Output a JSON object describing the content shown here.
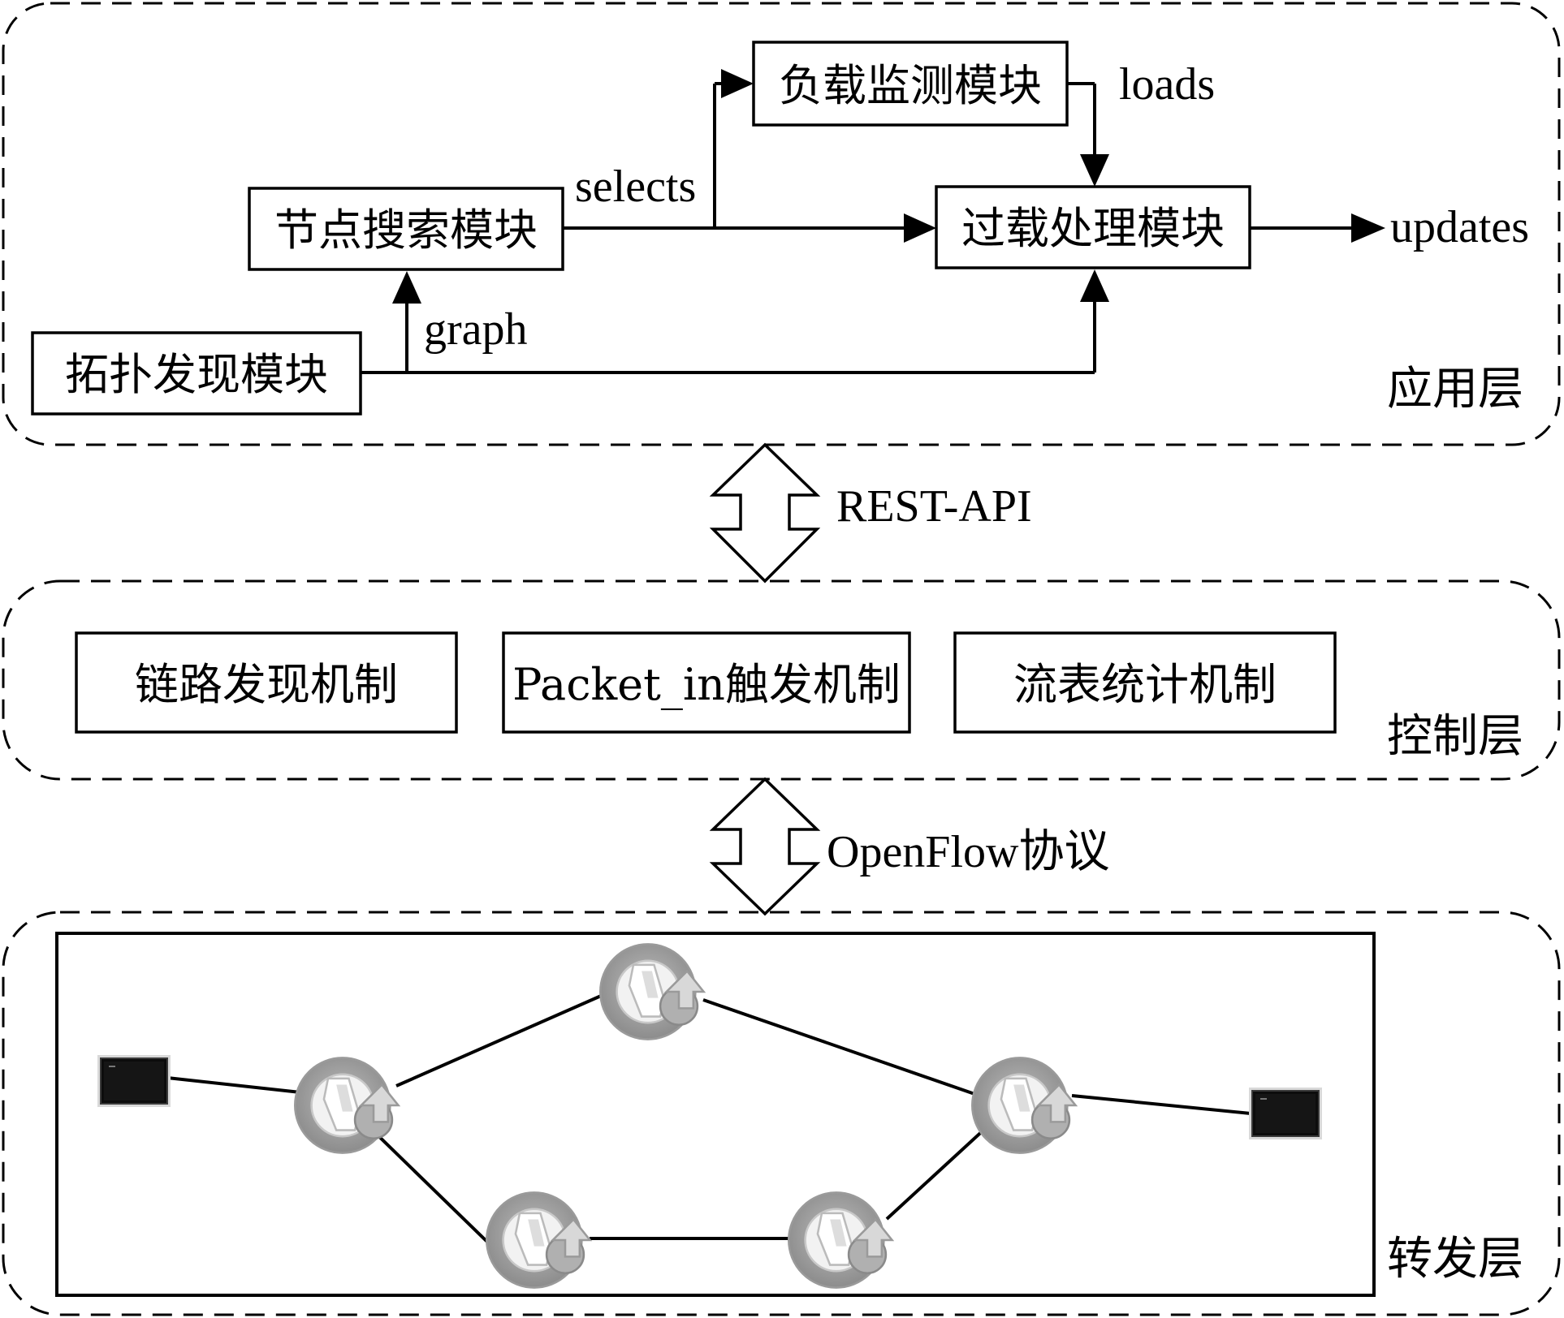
{
  "layers": {
    "application": "应用层",
    "control": "控制层",
    "forwarding": "转发层"
  },
  "modules": {
    "topology": "拓扑发现模块",
    "node_search": "节点搜索模块",
    "load_monitor": "负载监测模块",
    "overload": "过载处理模块"
  },
  "edge_labels": {
    "graph": "graph",
    "selects": "selects",
    "loads": "loads",
    "updates": "updates"
  },
  "interfaces": {
    "north": "REST-API",
    "south": "OpenFlow协议"
  },
  "mechanisms": {
    "link_discovery": "链路发现机制",
    "packet_in": "Packet_in触发机制",
    "flow_stats": "流表统计机制"
  },
  "topology": {
    "switch_icon": "switch-router-icon",
    "host_icon": "host-terminal-icon",
    "switch_count": 5,
    "host_count": 2
  }
}
